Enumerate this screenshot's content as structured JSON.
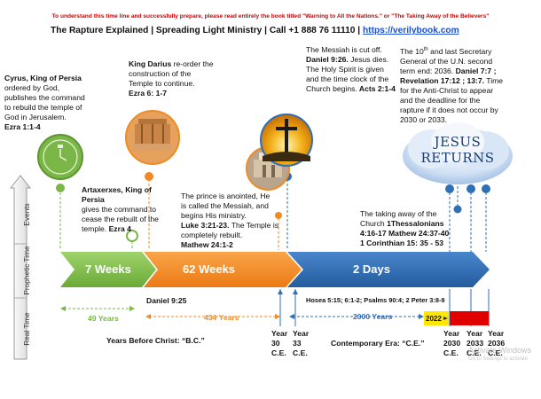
{
  "header": {
    "notice": "To understand this time line and successfully prepare, please read entirely the book titled \"Warning to All the Nations.\" or \"The Taking Away of the Believers\"",
    "title": "The Rapture Explained | Spreading Light Ministry | Call +1 888 76 11110 |",
    "link": "https://verilybook.com"
  },
  "side_labels": {
    "events": "Events",
    "prophetic": "Prophetic Time",
    "real": "Real Time"
  },
  "events": {
    "cyrus": [
      "Cyrus, King of Persia",
      "ordered by God,",
      "publishes the command",
      "to rebuild the temple of",
      "God in Jerusalem.",
      "Ezra 1:1-4"
    ],
    "darius_name": "King Darius",
    "darius_lines": [
      " re-order the",
      "construction of the",
      "Temple to continue.",
      "Ezra 6: 1-7"
    ],
    "artaxerxes": [
      "Artaxerxes, King of Persia",
      "gives the command to",
      "cease the rebuilt of the",
      "temple."
    ],
    "artaxerxes_ref": " Ezra 4",
    "messiah_cut": [
      "The Messiah is cut off.",
      "Daniel 9:26.",
      " Jesus dies.",
      "The Holy Spirit is given",
      "and the time  clock of the",
      "Church begins.",
      "  Acts 2:1-4"
    ],
    "un_secretary": [
      "The 10",
      "th",
      " and last Secretary",
      "General of the U.N. second",
      "term end: 2036. ",
      "Daniel 7:7 ;",
      "Revelation 17:12 ; 13:7.",
      " Time",
      "for the Anti-Christ to appear",
      "and the deadline for the",
      "rapture if it does not occur by",
      "2030 or 2033."
    ],
    "prince": [
      "The prince is anointed, He",
      "is called the Messiah, and",
      "begins His ministry.",
      "Luke 3:21-23.",
      "  The Temple is",
      "completely rebuilt.",
      "Mathew 24:1-2"
    ],
    "taking_away": [
      "The taking away of the",
      "Church ",
      "1Thessalonians",
      "4:16-17 Mathew 24:37-40",
      "1 Corinthian  15: 35 - 53"
    ]
  },
  "prophetic": {
    "seg1": "7 Weeks",
    "seg2": "62 Weeks",
    "seg3": "2 Days",
    "daniel": "Daniel 9:25",
    "hosea": "Hosea 5:15; 6:1-2; Psalms 90:4; 2 Peter 3:8-9"
  },
  "real_time": {
    "years49": "49 Years",
    "years434": "434 Years",
    "years2000": "2000 Years",
    "bc": "Years Before Christ: “B.C.”",
    "ce_era": "Contemporary Era: “C.E.”",
    "y30": [
      "Year",
      "30",
      "C.E."
    ],
    "y33": [
      "Year",
      "33",
      "C.E."
    ],
    "y2030": [
      "Year",
      "2030",
      "C.E."
    ],
    "y2033": [
      "Year",
      "2033",
      "C.E."
    ],
    "y2036": [
      "Year",
      "2036",
      "C.E."
    ],
    "now": "2022"
  },
  "jesus_returns": [
    "JESUS",
    "RETURNS"
  ],
  "watermark": [
    "Activate Windows",
    "Go to Settings to activate"
  ],
  "colors": {
    "green": "#7ab648",
    "orange": "#f08a24",
    "blue": "#2f6fb5",
    "yellow": "#ffe600",
    "red": "#e00000"
  }
}
